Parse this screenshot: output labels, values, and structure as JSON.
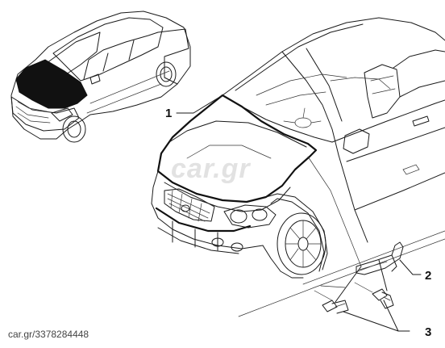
{
  "callouts": [
    {
      "id": "1",
      "label": "1"
    },
    {
      "id": "2",
      "label": "2"
    },
    {
      "id": "3",
      "label": "3"
    }
  ],
  "watermarks": {
    "center": "car.gr",
    "phone": "car.gr/3378284448"
  },
  "colors": {
    "line": "#1a1a1a",
    "highlight_fill": "#111111",
    "background": "#ffffff"
  }
}
